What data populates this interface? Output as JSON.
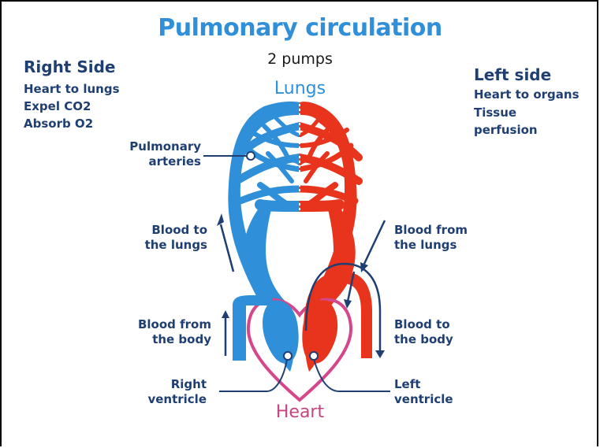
{
  "title": "Pulmonary circulation",
  "subtitle": "2 pumps",
  "right_side": {
    "heading": "Right Side",
    "items": [
      "Heart to lungs",
      "Expel CO2",
      "Absorb O2"
    ]
  },
  "left_side": {
    "heading": "Left side",
    "items": [
      "Heart to organs",
      "Tissue",
      "perfusion"
    ]
  },
  "diagram": {
    "lungs_label": "Lungs",
    "heart_label": "Heart",
    "pulmonary_arteries": [
      "Pulmonary",
      "arteries"
    ],
    "blood_to_lungs": [
      "Blood to",
      "the lungs"
    ],
    "blood_from_lungs": [
      "Blood from",
      "the lungs"
    ],
    "blood_from_body": [
      "Blood from",
      "the body"
    ],
    "blood_to_body": [
      "Blood to",
      "the body"
    ],
    "right_ventricle": [
      "Right",
      "ventricle"
    ],
    "left_ventricle": [
      "Left",
      "ventricle"
    ]
  },
  "colors": {
    "deoxygenated": "#2f8fd8",
    "oxygenated": "#e8341c",
    "heart_outline": "#d5478a",
    "label_text": "#1f3f73"
  }
}
